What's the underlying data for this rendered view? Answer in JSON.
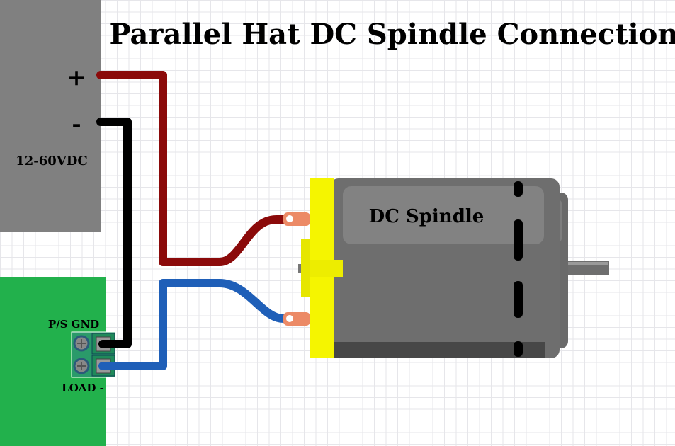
{
  "title": "Parallel Hat DC Spindle Connection",
  "power_supply": {
    "plus": "+",
    "minus": "-",
    "voltage": "12-60VDC"
  },
  "board": {
    "terminal_top": "P/S GND",
    "terminal_bottom": "LOAD -"
  },
  "motor": {
    "label": "DC Spindle"
  },
  "colors": {
    "positive_wire": "#8b0a0a",
    "negative_wire": "#000000",
    "load_wire": "#1f5fb8",
    "board": "#22b14c",
    "psu": "#808080",
    "motor_plate": "#f5f500"
  }
}
